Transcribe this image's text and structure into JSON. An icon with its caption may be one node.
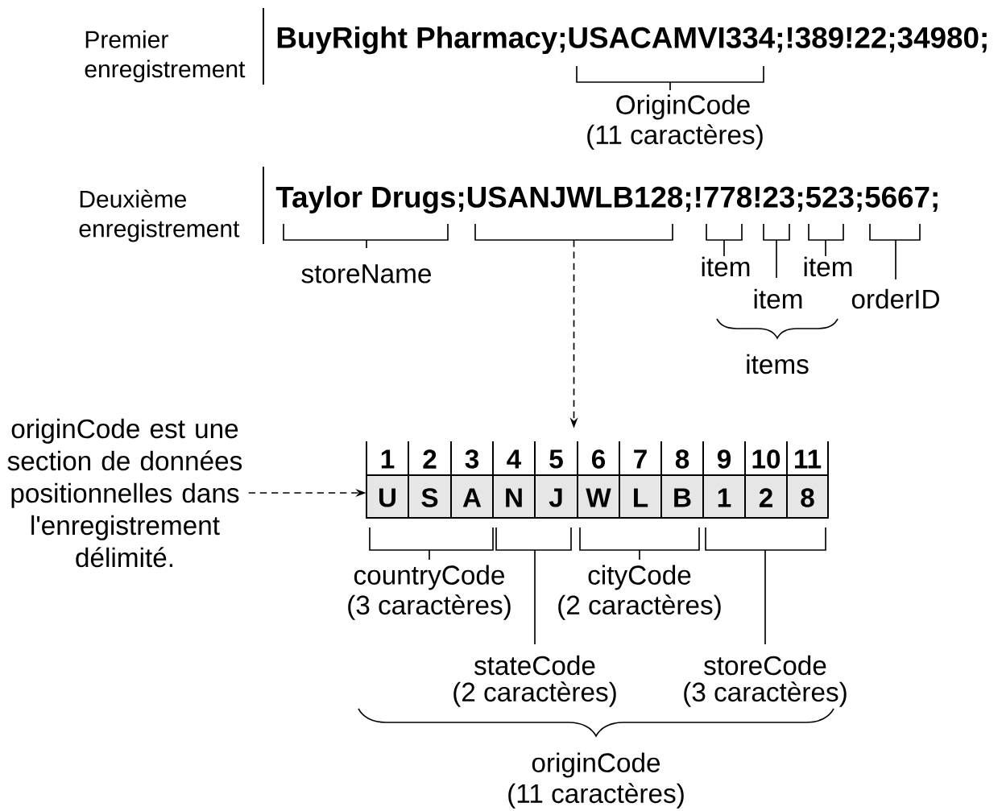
{
  "diagram": {
    "nodes": [
      {
        "text": [
          "originCode est une section de données positionnelles dans l'enregistrement délimité."
        ]
      },
      {
        "text": [
          "1",
          "2",
          "3",
          "4",
          "5",
          "6",
          "7",
          "8",
          "9",
          "10",
          "11",
          "U",
          "S",
          "A",
          "N",
          "J",
          "W",
          "L",
          "B",
          "1",
          "2",
          "8"
        ]
      },
      {
        "text": [],
        "shape": "bracket"
      }
    ],
    "edges": [
      {
        "from": 0,
        "to": 1,
        "arrow": "to",
        "style": "dashed"
      },
      {
        "from": 2,
        "to": 1,
        "arrow": "to",
        "style": "dashed"
      }
    ],
    "labels": [
      "Premier enregistrement",
      "BuyRight Pharmacy;USACAMVI334;!389!22;34980;",
      "OriginCode",
      "(11 caractères)",
      "Deuxième enregistrement",
      "Taylor Drugs;USANJWLB128;!778!23;523;5667;",
      "storeName",
      "item",
      "item",
      "item",
      "orderID",
      "items",
      "countryCode",
      "(3 caractères)",
      "cityCode",
      "(2 caractères)",
      "stateCode",
      "(2 caractères)",
      "storeCode",
      "(3 caractères)",
      "originCode",
      "(11 caractères)"
    ]
  }
}
